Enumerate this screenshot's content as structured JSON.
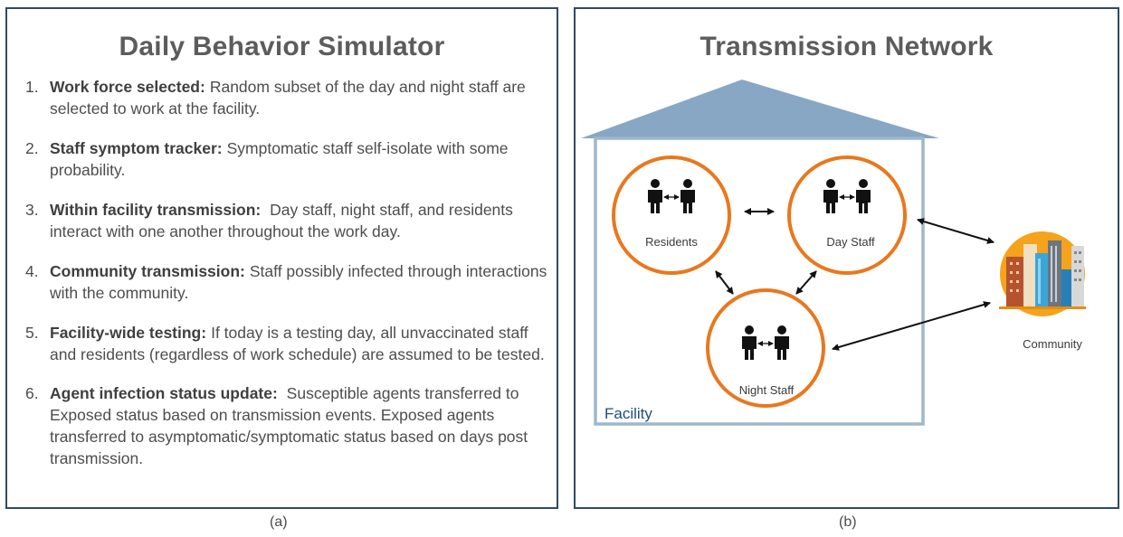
{
  "panel_a": {
    "title": "Daily Behavior Simulator",
    "steps": [
      {
        "num": "1.",
        "head": "Work force selected:",
        "text": "Random subset of the day and night staff are selected to work at the facility."
      },
      {
        "num": "2.",
        "head": "Staff symptom tracker:",
        "text": "Symptomatic staff self-isolate with some probability."
      },
      {
        "num": "3.",
        "head": "Within facility transmission:",
        "text": " Day staff, night staff, and residents interact with one another throughout the work day."
      },
      {
        "num": "4.",
        "head": "Community transmission:",
        "text": "Staff possibly infected through interactions with the community."
      },
      {
        "num": "5.",
        "head": "Facility-wide testing:",
        "text": "If today is a testing day, all unvaccinated staff and residents (regardless of work schedule) are assumed to be tested."
      },
      {
        "num": "6.",
        "head": "Agent infection status update:",
        "text": " Susceptible agents transferred to Exposed status based on transmission events.  Exposed agents transferred to asymptomatic/symptomatic status based on days post transmission."
      }
    ],
    "caption": "(a)"
  },
  "panel_b": {
    "title": "Transmission Network",
    "facility_label": "Facility",
    "nodes": {
      "residents": "Residents",
      "day_staff": "Day Staff",
      "night_staff": "Night Staff",
      "community": "Community"
    },
    "caption": "(b)"
  },
  "colors": {
    "border": "#2f4a63",
    "roof": "#87a7c4",
    "facility_box": "#9db8cc",
    "node_ring": "#e8781e",
    "community_disc": "#f5a31a",
    "facility_label": "#1f4e79"
  }
}
